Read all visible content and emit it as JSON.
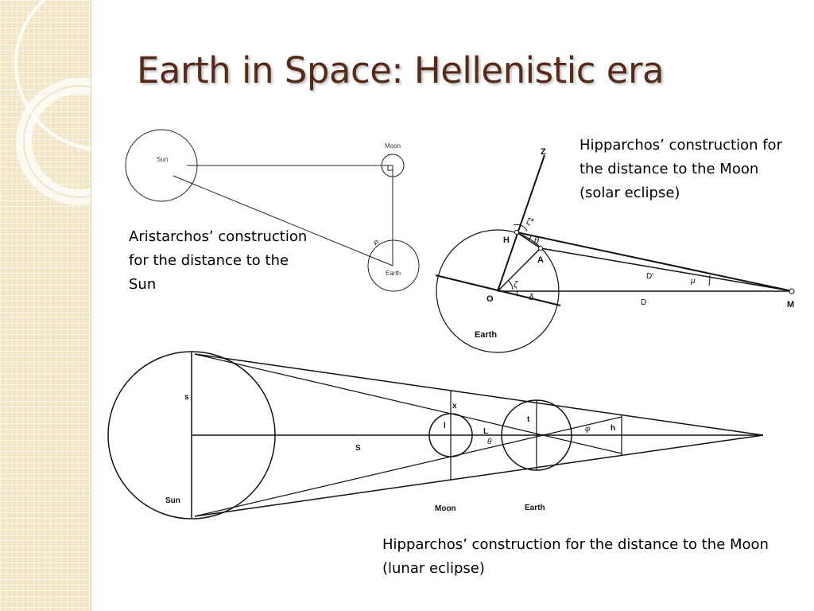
{
  "slide": {
    "title": "Earth in Space: Hellenistic era"
  },
  "captions": {
    "aristarchos": "Aristarchos’ construction for the distance to the Sun",
    "hipparchos_solar": "Hipparchos’ construction for the distance to the Moon (solar eclipse)",
    "hipparchos_lunar": "Hipparchos’ construction for the distance to the Moon (lunar eclipse)"
  },
  "diagram_aristarchos": {
    "sun_label": "Sun",
    "moon_label": "Moon",
    "earth_label": "Earth",
    "angle_label": "φ"
  },
  "diagram_solar_eclipse": {
    "zenith_label": "Z",
    "zeta_star_label": "ζ*",
    "h_label": "H",
    "theta_label": "θ",
    "a_label": "A",
    "d_prime_label": "D'",
    "mu_label": "μ",
    "zeta_label": "ζ",
    "o_label": "O",
    "delta_label": "δ",
    "d_label": "D",
    "m_label": "M",
    "earth_label": "Earth"
  },
  "diagram_lunar_eclipse": {
    "s_label": "s",
    "sun_label": "Sun",
    "big_s_label": "S",
    "x_label": "x",
    "l_label": "l",
    "big_l_label": "L",
    "theta_label": "θ",
    "t_label": "t",
    "phi_label": "φ",
    "h_label": "h",
    "moon_label": "Moon",
    "earth_label": "Earth"
  },
  "colors": {
    "title": "#582a1a",
    "sidebar": "#f1e6c6",
    "ring": "#ffffff"
  }
}
